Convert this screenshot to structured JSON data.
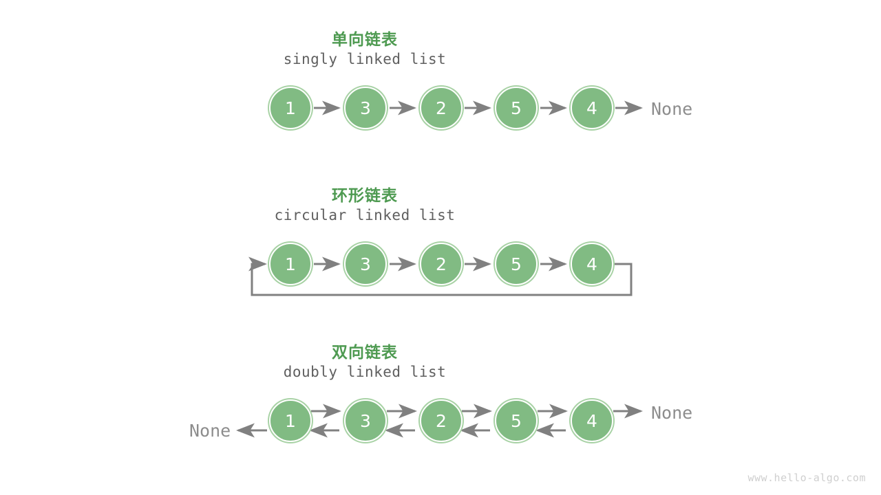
{
  "page": {
    "background": "#ffffff",
    "watermark": "www.hello-algo.com",
    "node_fill": "#81bb83",
    "node_ring": "#a8d2a5",
    "node_text_color": "#ffffff",
    "arrow_color": "#808080",
    "title_color": "#4e9a51",
    "subtitle_color": "#5f5f5f",
    "none_color": "#8d8d8d"
  },
  "sections": [
    {
      "id": "singly",
      "title_cn": "单向链表",
      "title_en": "singly linked list",
      "nodes": [
        "1",
        "3",
        "2",
        "5",
        "4"
      ],
      "tail_label": "None",
      "head_label": null
    },
    {
      "id": "circular",
      "title_cn": "环形链表",
      "title_en": "circular linked list",
      "nodes": [
        "1",
        "3",
        "2",
        "5",
        "4"
      ],
      "tail_label": null,
      "head_label": null
    },
    {
      "id": "doubly",
      "title_cn": "双向链表",
      "title_en": "doubly linked list",
      "nodes": [
        "1",
        "3",
        "2",
        "5",
        "4"
      ],
      "tail_label": "None",
      "head_label": "None"
    }
  ]
}
